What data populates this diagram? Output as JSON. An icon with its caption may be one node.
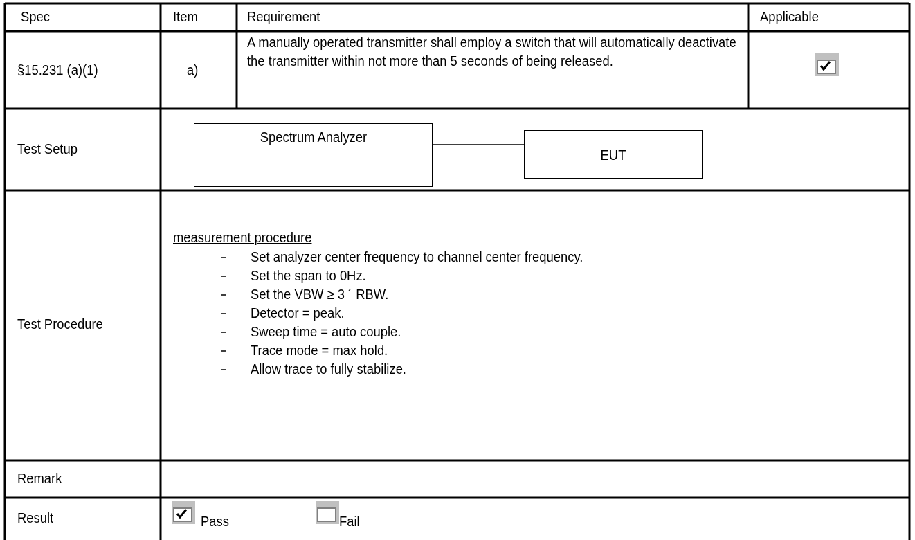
{
  "diagram": {
    "nodes": [
      {
        "text": [
          "Spectrum Analyzer"
        ]
      },
      {
        "text": [
          "EUT"
        ]
      }
    ],
    "edges": [
      {
        "from": 0,
        "to": 1,
        "arrow": "none"
      }
    ],
    "labels": [
      "Spec",
      "Item",
      "Requirement",
      "Applicable",
      "§15.231 (a)(1)",
      "a)",
      "A manually operated transmitter shall employ a switch that will automatically deactivate the transmitter within not more than 5 seconds of being released.",
      "Test Setup",
      "Test Procedure",
      "measurement procedure",
      "Set analyzer center frequency to channel center frequency.",
      "Set the span to 0Hz.",
      "Set the VBW ≥ 3 ´ RBW.",
      "Detector = peak.",
      "Sweep time = auto couple.",
      "Trace mode = max hold.",
      "Allow trace to fully stabilize.",
      "Remark",
      "Result",
      "Pass",
      "Fail"
    ]
  }
}
